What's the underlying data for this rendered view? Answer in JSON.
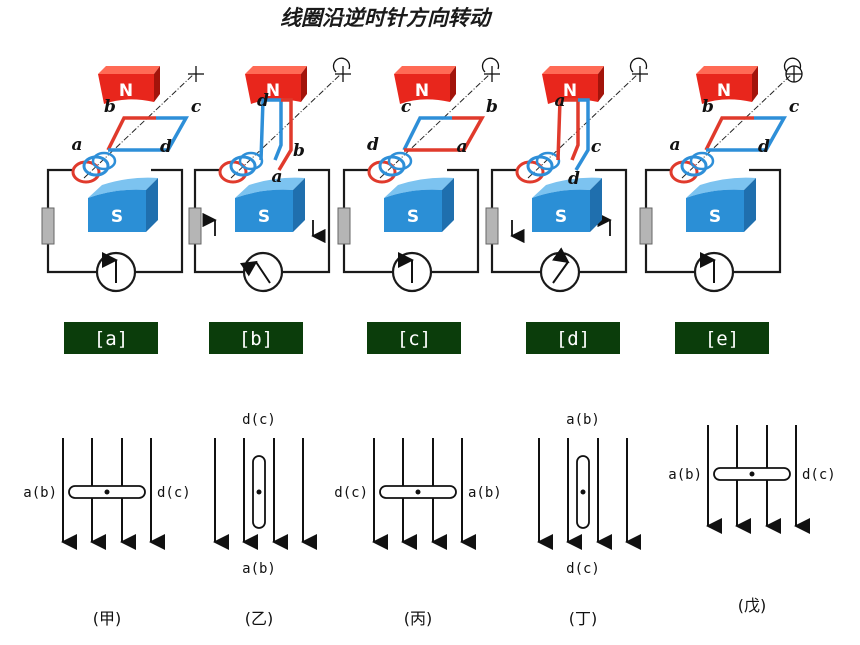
{
  "title": "线圈沿逆时针方向转动",
  "magnet_labels": {
    "north": "N",
    "south": "S"
  },
  "colors": {
    "north": "#e8261c",
    "south": "#2b8fd6",
    "wire_red": "#e03a2c",
    "wire_blue": "#2e8fd8",
    "label_bg": "#0b3d0b",
    "circuit": "#1a1a1a",
    "resistor": "#b5b5b5"
  },
  "panels": [
    {
      "label": "[a]",
      "corner_labels": {
        "a": "a",
        "b": "b",
        "c": "c",
        "d": "d"
      },
      "meter": "center",
      "arrows": "none"
    },
    {
      "label": "[b]",
      "corner_labels": {
        "a": "a",
        "b": "b",
        "c": "",
        "d": "d"
      },
      "meter": "left",
      "arrows": "up-left down-right"
    },
    {
      "label": "[c]",
      "corner_labels": {
        "a": "a",
        "b": "b",
        "c": "c",
        "d": "d"
      },
      "meter": "center",
      "arrows": "none"
    },
    {
      "label": "[d]",
      "corner_labels": {
        "a": "a",
        "b": "",
        "c": "c",
        "d": "d"
      },
      "meter": "right",
      "arrows": "down-left up-right"
    },
    {
      "label": "[e]",
      "corner_labels": {
        "a": "a",
        "b": "b",
        "c": "c",
        "d": "d"
      },
      "meter": "center",
      "arrows": "none"
    }
  ],
  "views": [
    {
      "caption": "(甲)",
      "left": "a(b)",
      "right": "d(c)",
      "top": "",
      "bottom": "",
      "orientation": "horizontal"
    },
    {
      "caption": "(乙)",
      "left": "",
      "right": "",
      "top": "d(c)",
      "bottom": "a(b)",
      "orientation": "vertical"
    },
    {
      "caption": "(丙)",
      "left": "d(c)",
      "right": "a(b)",
      "top": "",
      "bottom": "",
      "orientation": "horizontal"
    },
    {
      "caption": "(丁)",
      "left": "",
      "right": "",
      "top": "a(b)",
      "bottom": "d(c)",
      "orientation": "vertical"
    },
    {
      "caption": "(戊)",
      "left": "a(b)",
      "right": "d(c)",
      "top": "",
      "bottom": "",
      "orientation": "horizontal"
    }
  ]
}
